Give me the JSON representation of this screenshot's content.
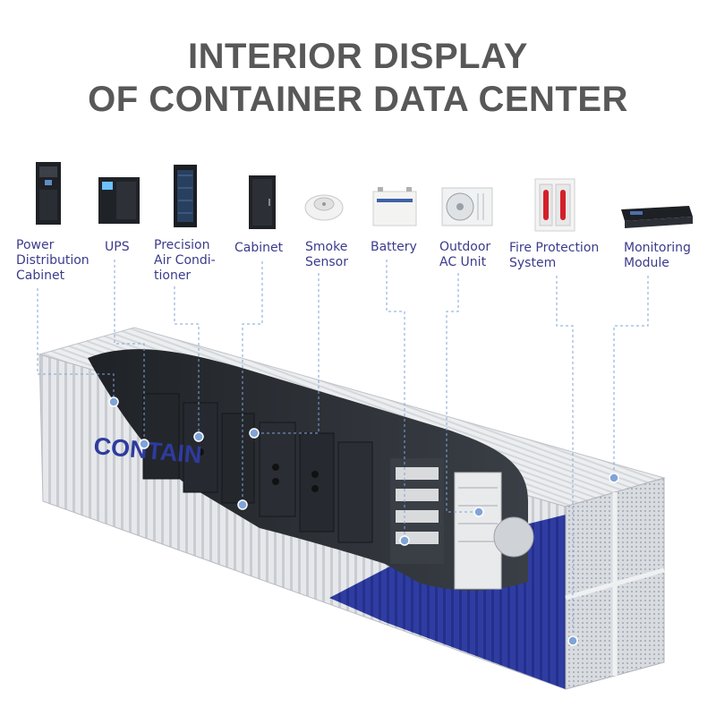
{
  "title": {
    "line1": "INTERIOR DISPLAY",
    "line2": "OF CONTAINER DATA CENTER"
  },
  "container_logo": "CONTAIN",
  "components": [
    {
      "id": "pdc",
      "lines": [
        "Power",
        "Distribution",
        "Cabinet"
      ],
      "icon": "power-distribution-cabinet-icon"
    },
    {
      "id": "ups",
      "lines": [
        "UPS"
      ],
      "icon": "ups-icon"
    },
    {
      "id": "pac",
      "lines": [
        "Precision",
        "Air Condi-",
        "tioner"
      ],
      "icon": "precision-air-conditioner-icon"
    },
    {
      "id": "cab",
      "lines": [
        "Cabinet"
      ],
      "icon": "cabinet-icon"
    },
    {
      "id": "smk",
      "lines": [
        "Smoke",
        "Sensor"
      ],
      "icon": "smoke-sensor-icon"
    },
    {
      "id": "bat",
      "lines": [
        "Battery"
      ],
      "icon": "battery-icon"
    },
    {
      "id": "oac",
      "lines": [
        "Outdoor",
        "AC Unit"
      ],
      "icon": "outdoor-ac-unit-icon"
    },
    {
      "id": "fps",
      "lines": [
        "Fire Protection",
        "System"
      ],
      "icon": "fire-protection-system-icon"
    },
    {
      "id": "mon",
      "lines": [
        "Monitoring",
        "Module"
      ],
      "icon": "monitoring-module-icon"
    }
  ],
  "colors": {
    "title": "#585858",
    "label": "#3b3b8c",
    "leader": "#7fa4d8",
    "container_blue": "#2d3a9c",
    "container_grey": "#e4e6e9"
  }
}
